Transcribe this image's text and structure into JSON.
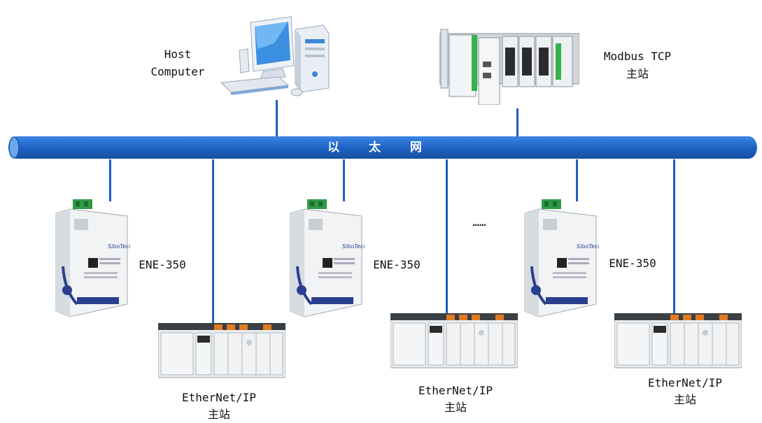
{
  "bus": {
    "label": "以 太 网"
  },
  "host": {
    "line1": "Host",
    "line2": "Computer"
  },
  "modbus": {
    "line1": "Modbus TCP",
    "line2": "主站"
  },
  "gateways": [
    {
      "label": "ENE-350"
    },
    {
      "label": "ENE-350"
    },
    {
      "label": "ENE-350"
    }
  ],
  "ethernet_ip": [
    {
      "line1": "EtherNet/IP",
      "line2": "主站"
    },
    {
      "line1": "EtherNet/IP",
      "line2": "主站"
    },
    {
      "line1": "EtherNet/IP",
      "line2": "主站"
    }
  ],
  "ellipsis": "……",
  "device_brand": "SiboTech",
  "colors": {
    "bus": "#1e63c4",
    "line": "#1f5fbf",
    "terminal": "#2e9b47",
    "module_orange": "#e07b21"
  }
}
